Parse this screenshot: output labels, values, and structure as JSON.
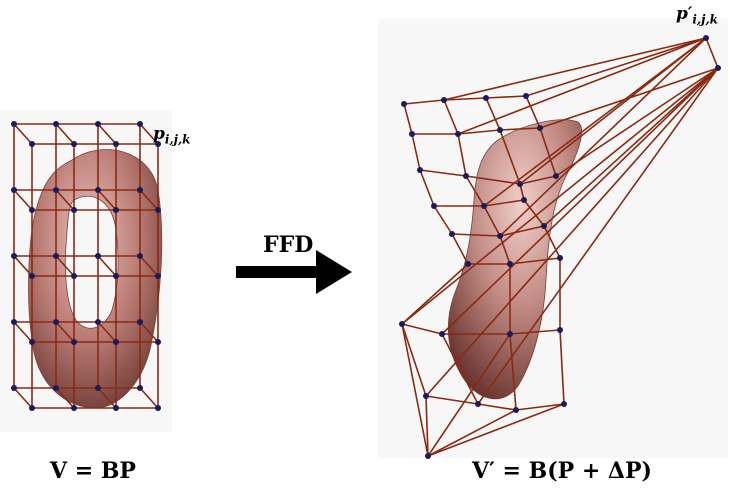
{
  "arrow_label": "FFD",
  "left_equation": "V = BP",
  "right_equation": "V′ = B(P + ΔP)",
  "left_point_label": "p",
  "left_point_subscript": "i,j,k",
  "right_point_label": "p′",
  "right_point_subscript": "i,j,k",
  "colors": {
    "lattice": "#8b2a12",
    "control_point": "#1a1a5e",
    "shape": "#b97b74",
    "arrow": "#000000"
  }
}
